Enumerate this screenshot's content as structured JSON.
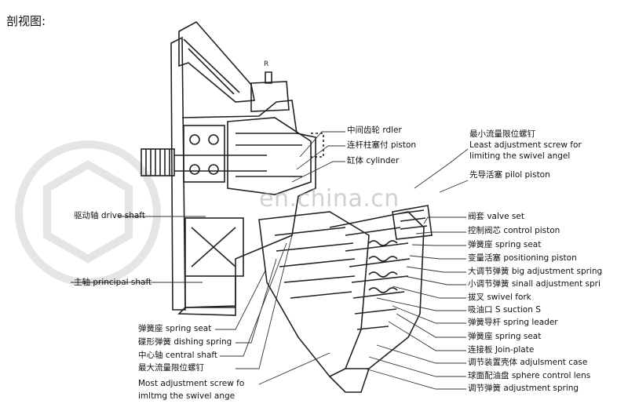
{
  "title": "剖视图:",
  "watermark": "en.china.cn",
  "diagram_letter": "R",
  "labels": {
    "mid_gear": "中间齿轮 rdler",
    "piston_rod": "连杆柱塞付 piston",
    "cylinder": "缸体 cylinder",
    "least_adj_cn": "最小流量限位螺钉",
    "least_adj_en1": "Least adjustment screw for",
    "least_adj_en2": "limiting the swivel angel",
    "pilot_piston": "先导活塞 pilol piston",
    "drive_shaft": "驱动轴 drive shaft",
    "principal_shaft": "主轴 principal shaft",
    "valve_set": "阀套 valve set",
    "control_piston": "控制阀芯 control piston",
    "spring_seat_r": "弹簧座 spring seat",
    "positioning_piston": "变量活塞 positioning piston",
    "big_adj_spring": "大调节弹簧 big adjustment spring",
    "small_adj_spring": "小调节弹簧 sinall adjustment spri",
    "swivel_fork": "拔叉 swivel fork",
    "suction": "吸油口 S suction S",
    "spring_leader": "弹簧导杆 spring leader",
    "spring_seat_r2": "弹簧座 spring seat",
    "join_plate": "连接板 Join-plate",
    "adj_case": "调节装置壳体 adjulsment case",
    "sphere_lens": "球面配油盘 sphere control lens",
    "adj_spring": "调节弹簧 adjustment spring",
    "spring_seat_l": "弹簧座 spring seat",
    "dishing_spring": "碟形弹簧 dishing spring",
    "central_shaft": "中心轴 central shaft",
    "most_adj_cn": "最大流量限位螺钉",
    "most_adj_en1": "Most adjustment screw fo",
    "most_adj_en2": "imltmg the swivel ange"
  }
}
